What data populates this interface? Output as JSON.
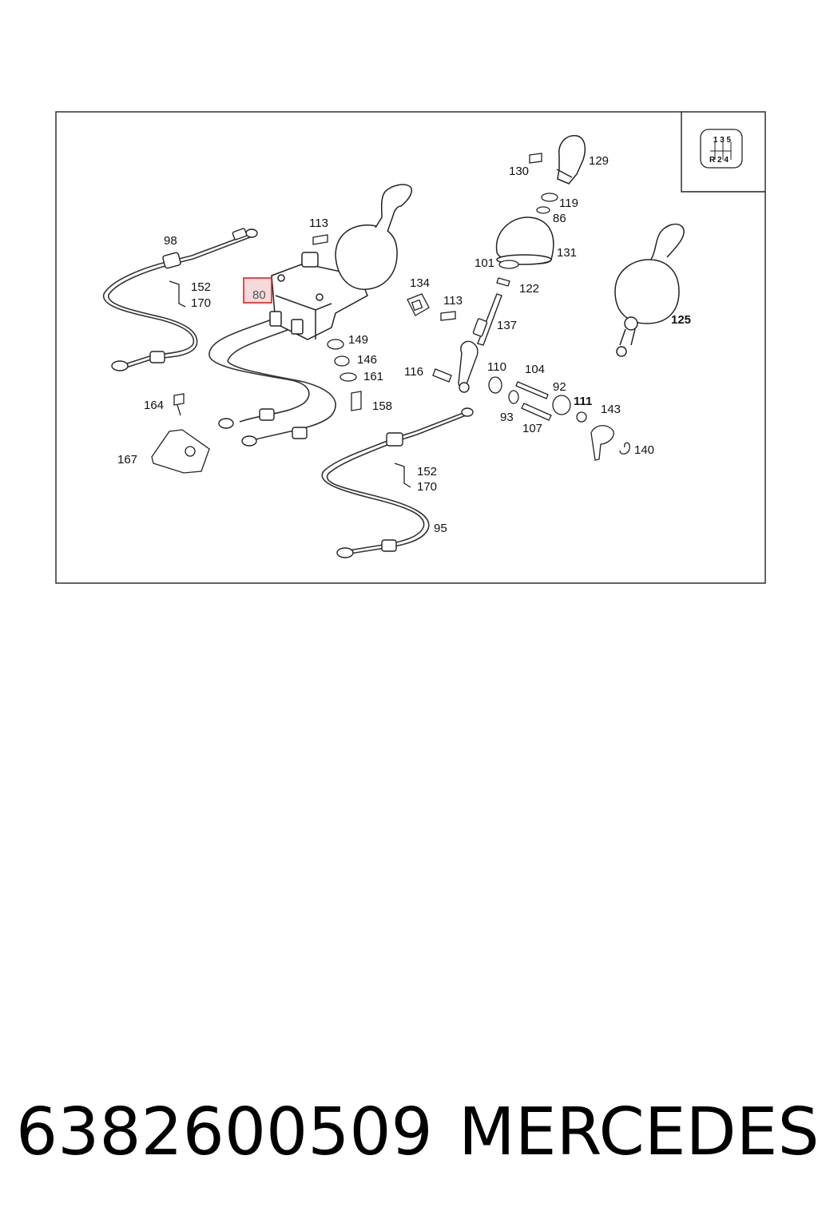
{
  "diagram": {
    "callouts": [
      {
        "label": "98"
      },
      {
        "label": "113"
      },
      {
        "label": "152"
      },
      {
        "label": "170"
      },
      {
        "label": "80"
      },
      {
        "label": "149"
      },
      {
        "label": "146"
      },
      {
        "label": "161"
      },
      {
        "label": "164"
      },
      {
        "label": "158"
      },
      {
        "label": "167"
      },
      {
        "label": "130"
      },
      {
        "label": "129"
      },
      {
        "label": "119"
      },
      {
        "label": "86"
      },
      {
        "label": "131"
      },
      {
        "label": "101"
      },
      {
        "label": "122"
      },
      {
        "label": "134"
      },
      {
        "label": "113"
      },
      {
        "label": "137"
      },
      {
        "label": "116"
      },
      {
        "label": "110"
      },
      {
        "label": "104"
      },
      {
        "label": "92"
      },
      {
        "label": "111"
      },
      {
        "label": "143"
      },
      {
        "label": "93"
      },
      {
        "label": "107"
      },
      {
        "label": "140"
      },
      {
        "label": "125"
      },
      {
        "label": "152"
      },
      {
        "label": "170"
      },
      {
        "label": "95"
      }
    ],
    "highlighted_callout": "80",
    "shift_pattern": {
      "top": "1 3 5",
      "bottom": "R 2 4"
    }
  },
  "footer": {
    "part_number": "6382600509",
    "brand": "MERCEDES"
  }
}
